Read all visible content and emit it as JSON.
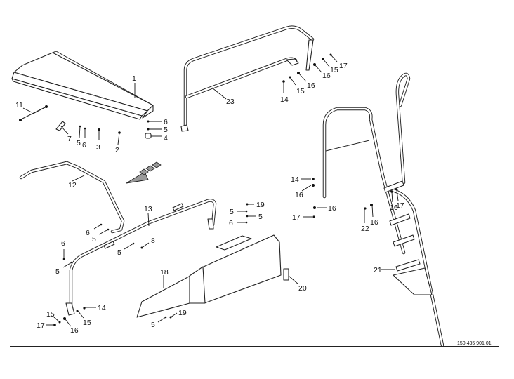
{
  "diagram": {
    "type": "exploded-parts-diagram",
    "document_number": "150 435 901 01",
    "direction_arrow": "travel-direction-arrow",
    "labels": [
      {
        "id": "l1",
        "text": "1"
      },
      {
        "id": "l6a",
        "text": "6"
      },
      {
        "id": "l5a",
        "text": "5"
      },
      {
        "id": "l4",
        "text": "4"
      },
      {
        "id": "l11",
        "text": "11"
      },
      {
        "id": "l7",
        "text": "7"
      },
      {
        "id": "l5b",
        "text": "5"
      },
      {
        "id": "l6b",
        "text": "6"
      },
      {
        "id": "l3",
        "text": "3"
      },
      {
        "id": "l2",
        "text": "2"
      },
      {
        "id": "l23",
        "text": "23"
      },
      {
        "id": "l17a",
        "text": "17"
      },
      {
        "id": "l15a",
        "text": "15"
      },
      {
        "id": "l16a",
        "text": "16"
      },
      {
        "id": "l16b",
        "text": "16"
      },
      {
        "id": "l15b",
        "text": "15"
      },
      {
        "id": "l14a",
        "text": "14"
      },
      {
        "id": "l12",
        "text": "12"
      },
      {
        "id": "l13",
        "text": "13"
      },
      {
        "id": "l6c",
        "text": "6"
      },
      {
        "id": "l5c",
        "text": "5"
      },
      {
        "id": "l8",
        "text": "8"
      },
      {
        "id": "l5d",
        "text": "5"
      },
      {
        "id": "l6d",
        "text": "6"
      },
      {
        "id": "l5e",
        "text": "5"
      },
      {
        "id": "l19a",
        "text": "19"
      },
      {
        "id": "l5f",
        "text": "5"
      },
      {
        "id": "l5g",
        "text": "5"
      },
      {
        "id": "l6e",
        "text": "6"
      },
      {
        "id": "l18",
        "text": "18"
      },
      {
        "id": "l20",
        "text": "20"
      },
      {
        "id": "l19b",
        "text": "19"
      },
      {
        "id": "l5h",
        "text": "5"
      },
      {
        "id": "l15c",
        "text": "15"
      },
      {
        "id": "l17b",
        "text": "17"
      },
      {
        "id": "l16c",
        "text": "16"
      },
      {
        "id": "l15d",
        "text": "15"
      },
      {
        "id": "l14b",
        "text": "14"
      },
      {
        "id": "l14c",
        "text": "14"
      },
      {
        "id": "l16d",
        "text": "16"
      },
      {
        "id": "l16e",
        "text": "16"
      },
      {
        "id": "l17c",
        "text": "17"
      },
      {
        "id": "l22",
        "text": "22"
      },
      {
        "id": "l16f",
        "text": "16"
      },
      {
        "id": "l16g",
        "text": "16"
      },
      {
        "id": "l17d",
        "text": "17"
      },
      {
        "id": "l21",
        "text": "21"
      }
    ],
    "colors": {
      "line": "#222222",
      "arrow_fill": "#9a9a9a",
      "background": "#ffffff"
    }
  }
}
